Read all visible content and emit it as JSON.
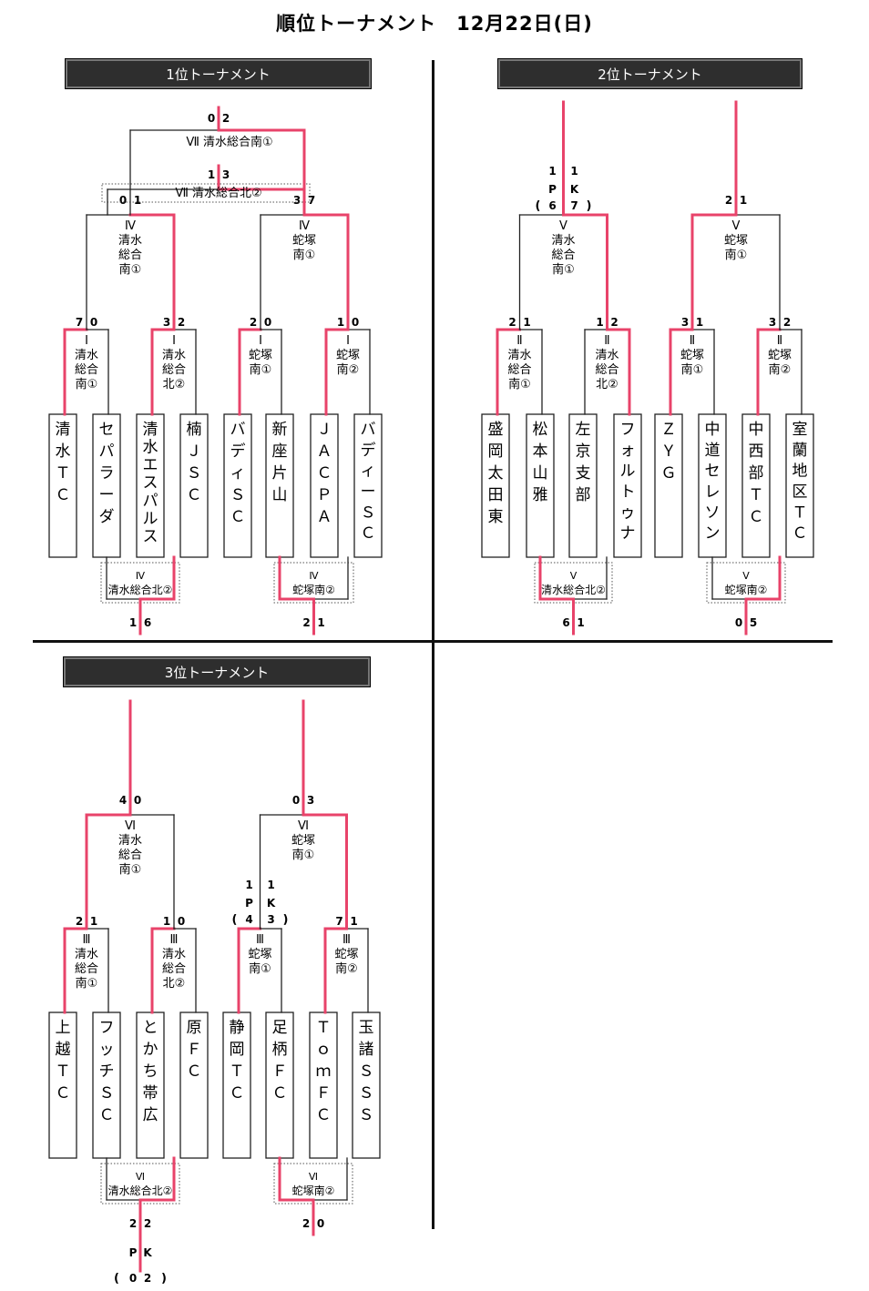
{
  "page_title": "順位トーナメント　12月22日(日)",
  "colors": {
    "winner_line": "#e8436a",
    "line": "#222222",
    "header_bg": "#2e2e2e"
  },
  "panels": [
    {
      "title": "1位トーナメント",
      "teams": [
        "清水ＴＣ",
        "セパラーダ",
        "清水エスパルス",
        "楠ＪＳＣ",
        "バディＳＣ",
        "新座片山",
        "ＪＡＣＰＡ",
        "バディーＳＣ"
      ],
      "first_round": [
        {
          "label": [
            "Ⅰ",
            "清水",
            "総合",
            "南①"
          ],
          "scores": [
            "7",
            "0"
          ],
          "winner": 0
        },
        {
          "label": [
            "Ⅰ",
            "清水",
            "総合",
            "北②"
          ],
          "scores": [
            "3",
            "2"
          ],
          "winner": 0
        },
        {
          "label": [
            "Ⅰ",
            "蛇塚",
            "南①"
          ],
          "scores": [
            "2",
            "0"
          ],
          "winner": 0
        },
        {
          "label": [
            "Ⅰ",
            "蛇塚",
            "南②"
          ],
          "scores": [
            "1",
            "0"
          ],
          "winner": 0
        }
      ],
      "second_round": [
        {
          "label": [
            "Ⅳ",
            "清水",
            "総合",
            "南①"
          ],
          "scores": [
            "0",
            "1"
          ],
          "winner": 1
        },
        {
          "label": [
            "Ⅳ",
            "蛇塚",
            "南①"
          ],
          "scores": [
            "3",
            "7"
          ],
          "winner": 1
        }
      ],
      "third_place": {
        "label": "Ⅶ 清水総合北②",
        "scores": [
          "1",
          "3"
        ],
        "winner": 1
      },
      "final": {
        "label": "Ⅶ 清水総合南①",
        "scores": [
          "0",
          "2"
        ],
        "winner": 1
      },
      "lower": [
        {
          "label": [
            "Ⅳ",
            "清水総合北②"
          ],
          "scores": [
            "1",
            "6"
          ],
          "winner": 1
        },
        {
          "label": [
            "Ⅳ",
            "蛇塚南②"
          ],
          "scores": [
            "2",
            "1"
          ],
          "winner": 0
        }
      ]
    },
    {
      "title": "2位トーナメント",
      "teams": [
        "盛岡太田東",
        "松本山雅",
        "左京支部",
        "フォルトゥナ",
        "ＺＹＧ",
        "中道セレソン",
        "中西部ＴＣ",
        "室蘭地区ＴＣ"
      ],
      "first_round": [
        {
          "label": [
            "Ⅱ",
            "清水",
            "総合",
            "南①"
          ],
          "scores": [
            "2",
            "1"
          ],
          "winner": 0
        },
        {
          "label": [
            "Ⅱ",
            "清水",
            "総合",
            "北②"
          ],
          "scores": [
            "1",
            "2"
          ],
          "winner": 1
        },
        {
          "label": [
            "Ⅱ",
            "蛇塚",
            "南①"
          ],
          "scores": [
            "3",
            "1"
          ],
          "winner": 0
        },
        {
          "label": [
            "Ⅱ",
            "蛇塚",
            "南②"
          ],
          "scores": [
            "3",
            "2"
          ],
          "winner": 0
        }
      ],
      "second_round": [
        {
          "label": [
            "Ⅴ",
            "清水",
            "総合",
            "南①"
          ],
          "scores": [
            "1",
            "1"
          ],
          "pk": [
            "6",
            "7"
          ],
          "winner": 1
        },
        {
          "label": [
            "Ⅴ",
            "蛇塚",
            "南①"
          ],
          "scores": [
            "2",
            "1"
          ],
          "winner": 0
        }
      ],
      "lower": [
        {
          "label": [
            "Ⅴ",
            "清水総合北②"
          ],
          "scores": [
            "6",
            "1"
          ],
          "winner": 0
        },
        {
          "label": [
            "Ⅴ",
            "蛇塚南②"
          ],
          "scores": [
            "0",
            "5"
          ],
          "winner": 1
        }
      ]
    },
    {
      "title": "3位トーナメント",
      "teams": [
        "上越ＴＣ",
        "フッチＳＣ",
        "とかち帯広",
        "原ＦＣ",
        "静岡ＴＣ",
        "足柄ＦＣ",
        "ＴｏｍＦＣ",
        "玉諸ＳＳＳ"
      ],
      "first_round": [
        {
          "label": [
            "Ⅲ",
            "清水",
            "総合",
            "南①"
          ],
          "scores": [
            "2",
            "1"
          ],
          "winner": 0
        },
        {
          "label": [
            "Ⅲ",
            "清水",
            "総合",
            "北②"
          ],
          "scores": [
            "1",
            "0"
          ],
          "winner": 0
        },
        {
          "label": [
            "Ⅲ",
            "蛇塚",
            "南①"
          ],
          "scores": [
            "1",
            "1"
          ],
          "pk": [
            "4",
            "3"
          ],
          "winner": 0
        },
        {
          "label": [
            "Ⅲ",
            "蛇塚",
            "南②"
          ],
          "scores": [
            "7",
            "1"
          ],
          "winner": 0
        }
      ],
      "second_round": [
        {
          "label": [
            "Ⅵ",
            "清水",
            "総合",
            "南①"
          ],
          "scores": [
            "4",
            "0"
          ],
          "winner": 0
        },
        {
          "label": [
            "Ⅵ",
            "蛇塚",
            "南①"
          ],
          "scores": [
            "0",
            "3"
          ],
          "winner": 1
        }
      ],
      "lower": [
        {
          "label": [
            "Ⅵ",
            "清水総合北②"
          ],
          "scores": [
            "2",
            "2"
          ],
          "pk": [
            "0",
            "2"
          ],
          "winner": 1
        },
        {
          "label": [
            "Ⅵ",
            "蛇塚南②"
          ],
          "scores": [
            "2",
            "0"
          ],
          "winner": 0
        }
      ]
    }
  ]
}
